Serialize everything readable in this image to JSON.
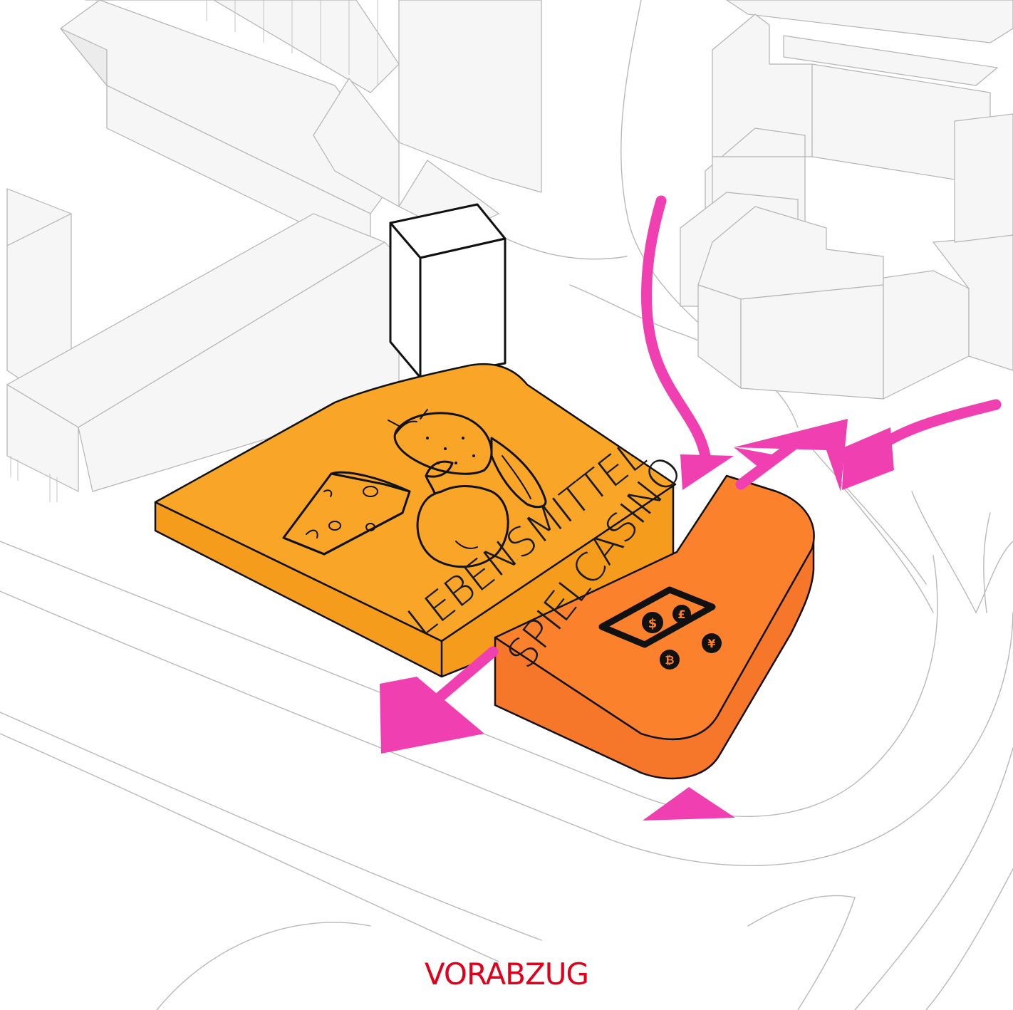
{
  "labels": {
    "food_block": "LEBENSMITTEL",
    "casino_block": "SPIELCASINO",
    "caption": "VORABZUG"
  },
  "colors": {
    "food_block": "#f9a527",
    "food_block_side": "#f59c1c",
    "casino_block": "#fb812c",
    "casino_block_side": "#f7772a",
    "flow_arrows": "#ef3fb0",
    "caption": "#e0001b",
    "context_buildings": "#f6f6f6"
  },
  "icons": [
    "cheese-icon",
    "strawberry-icon",
    "banana-icon",
    "apple-icon",
    "banknote-icon",
    "dollar-coin-icon",
    "pound-coin-icon",
    "yen-coin-icon",
    "bitcoin-coin-icon"
  ]
}
